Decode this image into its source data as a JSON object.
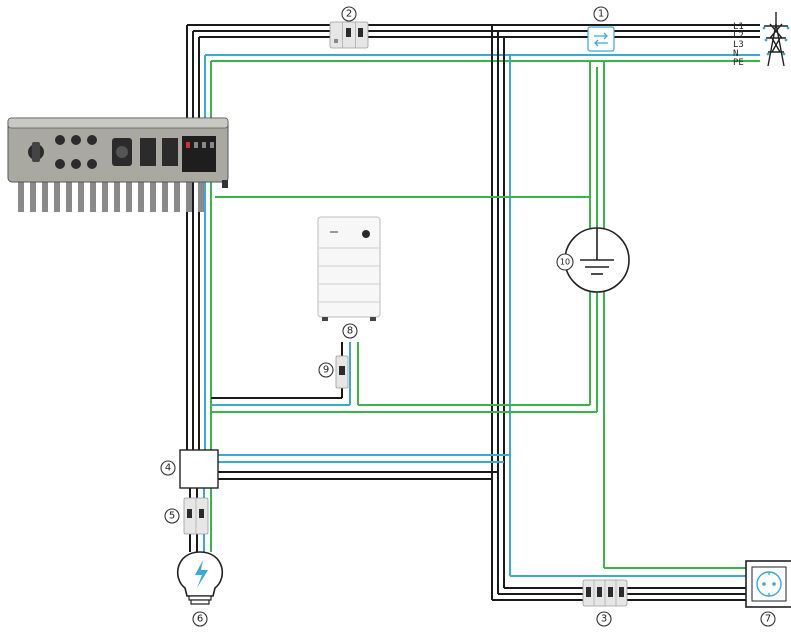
{
  "callouts": [
    {
      "id": "1",
      "label": "①"
    },
    {
      "id": "2",
      "label": "②"
    },
    {
      "id": "3",
      "label": "③"
    },
    {
      "id": "4",
      "label": "④"
    },
    {
      "id": "5",
      "label": "⑤"
    },
    {
      "id": "6",
      "label": "⑥"
    },
    {
      "id": "7",
      "label": "⑦"
    },
    {
      "id": "8",
      "label": "⑧"
    },
    {
      "id": "9",
      "label": "⑨"
    },
    {
      "id": "10",
      "label": "⑩"
    }
  ],
  "grid_lines": {
    "l1": "L1",
    "l2": "L2",
    "l3": "L3",
    "n": "N",
    "pe": "PE"
  },
  "colors": {
    "phase": "#1a1a1a",
    "neutral": "#3aa9d6",
    "earth": "#3bb44a"
  },
  "icons": {
    "grid": "power-pylon-icon",
    "meter": "bidirectional-meter-icon",
    "earth": "earth-ground-icon",
    "load": "light-bulb-icon",
    "socket": "socket-outlet-icon",
    "inverter": "hybrid-inverter-icon",
    "battery": "battery-storage-icon"
  }
}
